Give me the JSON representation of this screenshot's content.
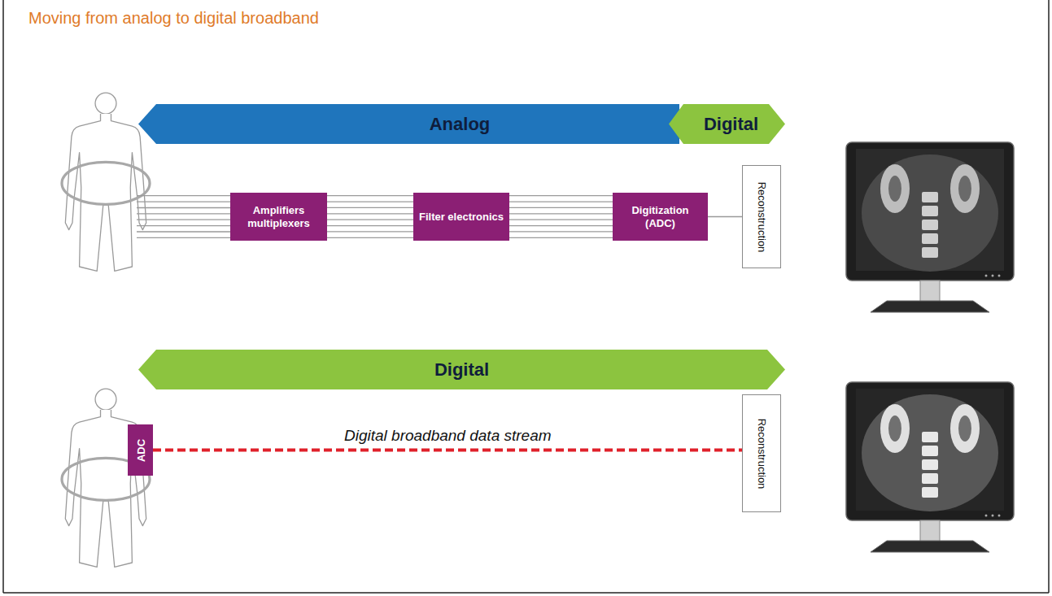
{
  "diagram": {
    "title": "Moving from analog to digital broadband",
    "nodes": [
      {
        "text": [
          "Analog"
        ]
      },
      {
        "text": [
          "Digital"
        ]
      },
      {
        "text": [
          "Amplifiers multiplexers"
        ]
      },
      {
        "text": [
          "Filter electronics"
        ]
      },
      {
        "text": [
          "Digitization (ADC)"
        ]
      },
      {
        "text": [
          "Reconstruction"
        ]
      },
      {
        "text": [
          "Digital"
        ]
      },
      {
        "text": [
          "ADC"
        ]
      },
      {
        "text": [
          "Reconstruction"
        ]
      }
    ],
    "edges": [
      {
        "from": 2,
        "to": 3,
        "arrow": "none"
      },
      {
        "from": 3,
        "to": 4,
        "arrow": "none"
      },
      {
        "from": 4,
        "to": 5,
        "arrow": "none"
      },
      {
        "from": 7,
        "to": 8,
        "label": "Digital broadband data stream",
        "arrow": "none"
      }
    ]
  }
}
